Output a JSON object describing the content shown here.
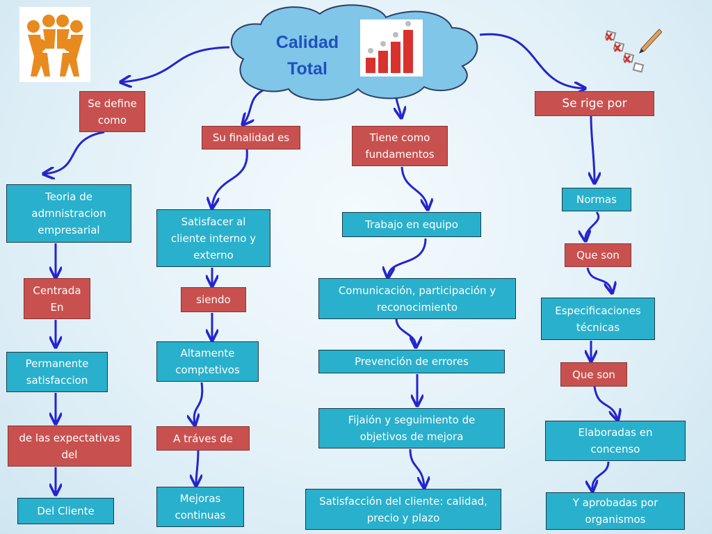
{
  "root": {
    "line1": "Calidad",
    "line2": "Total"
  },
  "col1": {
    "link1": {
      "line1": "Se define",
      "line2": "como"
    },
    "node1": {
      "line1": "Teoria de",
      "line2": "admnistracion",
      "line3": "empresarial"
    },
    "link2": {
      "line1": "Centrada",
      "line2": "En"
    },
    "node2": {
      "line1": "Permanente",
      "line2": "satisfaccion"
    },
    "link3": {
      "line1": "de las expectativas",
      "line2": "del"
    },
    "node3": "Del Cliente"
  },
  "col2": {
    "link1": "Su finalidad es",
    "node1": {
      "line1": "Satisfacer al",
      "line2": "cliente interno y",
      "line3": "externo"
    },
    "link2": "siendo",
    "node2": {
      "line1": "Altamente",
      "line2": "comptetivos"
    },
    "link3": "A tráves de",
    "node3": {
      "line1": "Mejoras",
      "line2": "continuas"
    }
  },
  "col3": {
    "link1": {
      "line1": "Tiene como",
      "line2": "fundamentos"
    },
    "node1": "Trabajo en equipo",
    "node2": {
      "line1": "Comunicación, participación y",
      "line2": "reconocimiento"
    },
    "node3": "Prevención de errores",
    "node4": {
      "line1": "Fijaión y seguimiento de",
      "line2": "objetivos de mejora"
    },
    "node5": {
      "line1": "Satisfacción del cliente: calidad,",
      "line2": "precio y plazo"
    }
  },
  "col4": {
    "link1": "Se rige por",
    "node1": "Normas",
    "link2": "Que son",
    "node2": {
      "line1": "Especificaciones",
      "line2": "técnicas"
    },
    "link3": "Que son",
    "node3": {
      "line1": "Elaboradas en",
      "line2": "concenso"
    },
    "node4": {
      "line1": "Y aprobadas por",
      "line2": "organismos"
    }
  },
  "colors": {
    "teal": "#29b0cc",
    "red": "#c8514f",
    "arrow": "#1a1acc",
    "title": "#1f4fbf",
    "cloud": "#7fc6e8"
  },
  "icons": [
    "team-figures-icon",
    "podium-chart-icon",
    "checklist-pencil-icon"
  ]
}
